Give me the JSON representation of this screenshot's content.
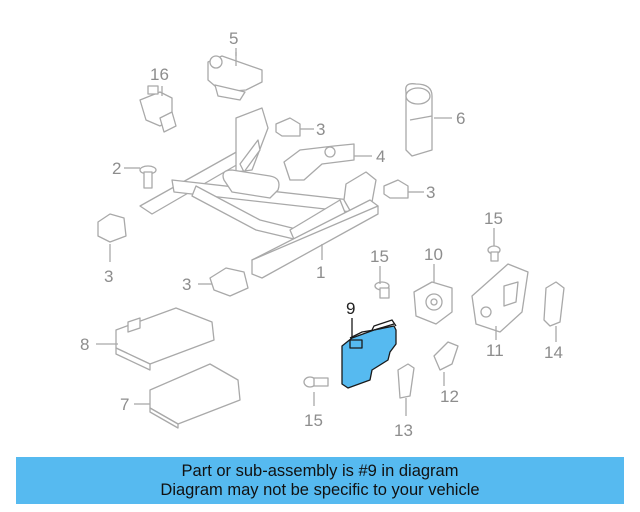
{
  "diagram": {
    "callouts": [
      {
        "id": "1",
        "text": "1"
      },
      {
        "id": "2",
        "text": "2"
      },
      {
        "id": "3a",
        "text": "3"
      },
      {
        "id": "3b",
        "text": "3"
      },
      {
        "id": "3c",
        "text": "3"
      },
      {
        "id": "3d",
        "text": "3"
      },
      {
        "id": "4",
        "text": "4"
      },
      {
        "id": "5",
        "text": "5"
      },
      {
        "id": "6",
        "text": "6"
      },
      {
        "id": "7",
        "text": "7"
      },
      {
        "id": "8",
        "text": "8"
      },
      {
        "id": "9",
        "text": "9",
        "highlighted": true
      },
      {
        "id": "10",
        "text": "10"
      },
      {
        "id": "11",
        "text": "11"
      },
      {
        "id": "12",
        "text": "12"
      },
      {
        "id": "13",
        "text": "13"
      },
      {
        "id": "14",
        "text": "14"
      },
      {
        "id": "15a",
        "text": "15"
      },
      {
        "id": "15b",
        "text": "15"
      },
      {
        "id": "15c",
        "text": "15"
      },
      {
        "id": "16",
        "text": "16"
      }
    ],
    "colors": {
      "highlight_fill": "#56baf0",
      "part_stroke": "#a9a9a9",
      "label_text": "#8d8d8d"
    }
  },
  "banner": {
    "line1": "Part or sub-assembly is #9 in diagram",
    "line2": "Diagram may not be specific to your vehicle"
  }
}
